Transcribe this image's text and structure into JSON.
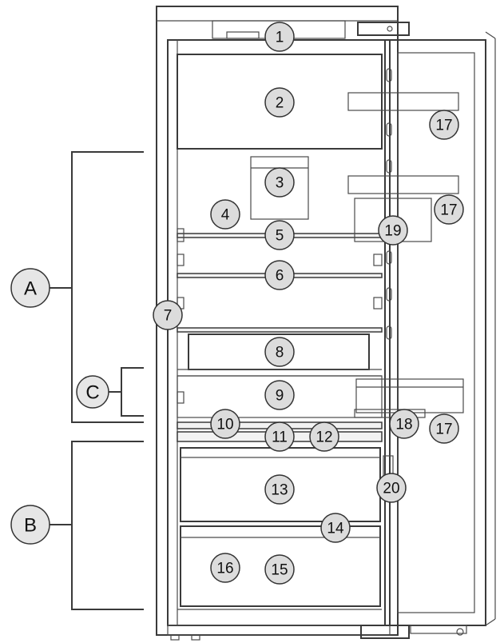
{
  "callouts": [
    "1",
    "2",
    "3",
    "4",
    "5",
    "6",
    "7",
    "8",
    "9",
    "10",
    "11",
    "12",
    "13",
    "14",
    "15",
    "16",
    "17",
    "17",
    "17",
    "18",
    "19",
    "20"
  ],
  "sections": [
    "A",
    "B",
    "C"
  ]
}
